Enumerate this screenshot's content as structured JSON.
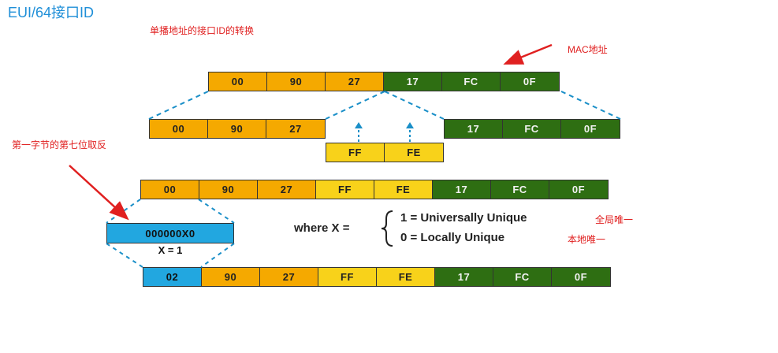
{
  "title": "EUI/64接口ID",
  "notes": {
    "conversion": "单播地址的接口ID的转换",
    "mac": "MAC地址",
    "invert": "第一字节的第七位取反",
    "global": "全局唯一",
    "local": "本地唯一"
  },
  "mac_row": [
    "00",
    "90",
    "27",
    "17",
    "FC",
    "0F"
  ],
  "split_left": [
    "00",
    "90",
    "27"
  ],
  "split_right": [
    "17",
    "FC",
    "0F"
  ],
  "inserted": [
    "FF",
    "FE"
  ],
  "eui_row": [
    "00",
    "90",
    "27",
    "FF",
    "FE",
    "17",
    "FC",
    "0F"
  ],
  "final_row": [
    "02",
    "90",
    "27",
    "FF",
    "FE",
    "17",
    "FC",
    "0F"
  ],
  "bit": {
    "pattern": "000000X0",
    "x_equals": "X = 1"
  },
  "legend": {
    "where": "where X =",
    "universal": "1 = Universally Unique",
    "local": "0 = Locally Unique"
  },
  "colors": {
    "oui": "#f5a900",
    "inserted": "#f8d21a",
    "nic": "#2e6e12",
    "changed": "#22a7e0",
    "note": "#e02020",
    "title": "#1f8fd8"
  }
}
